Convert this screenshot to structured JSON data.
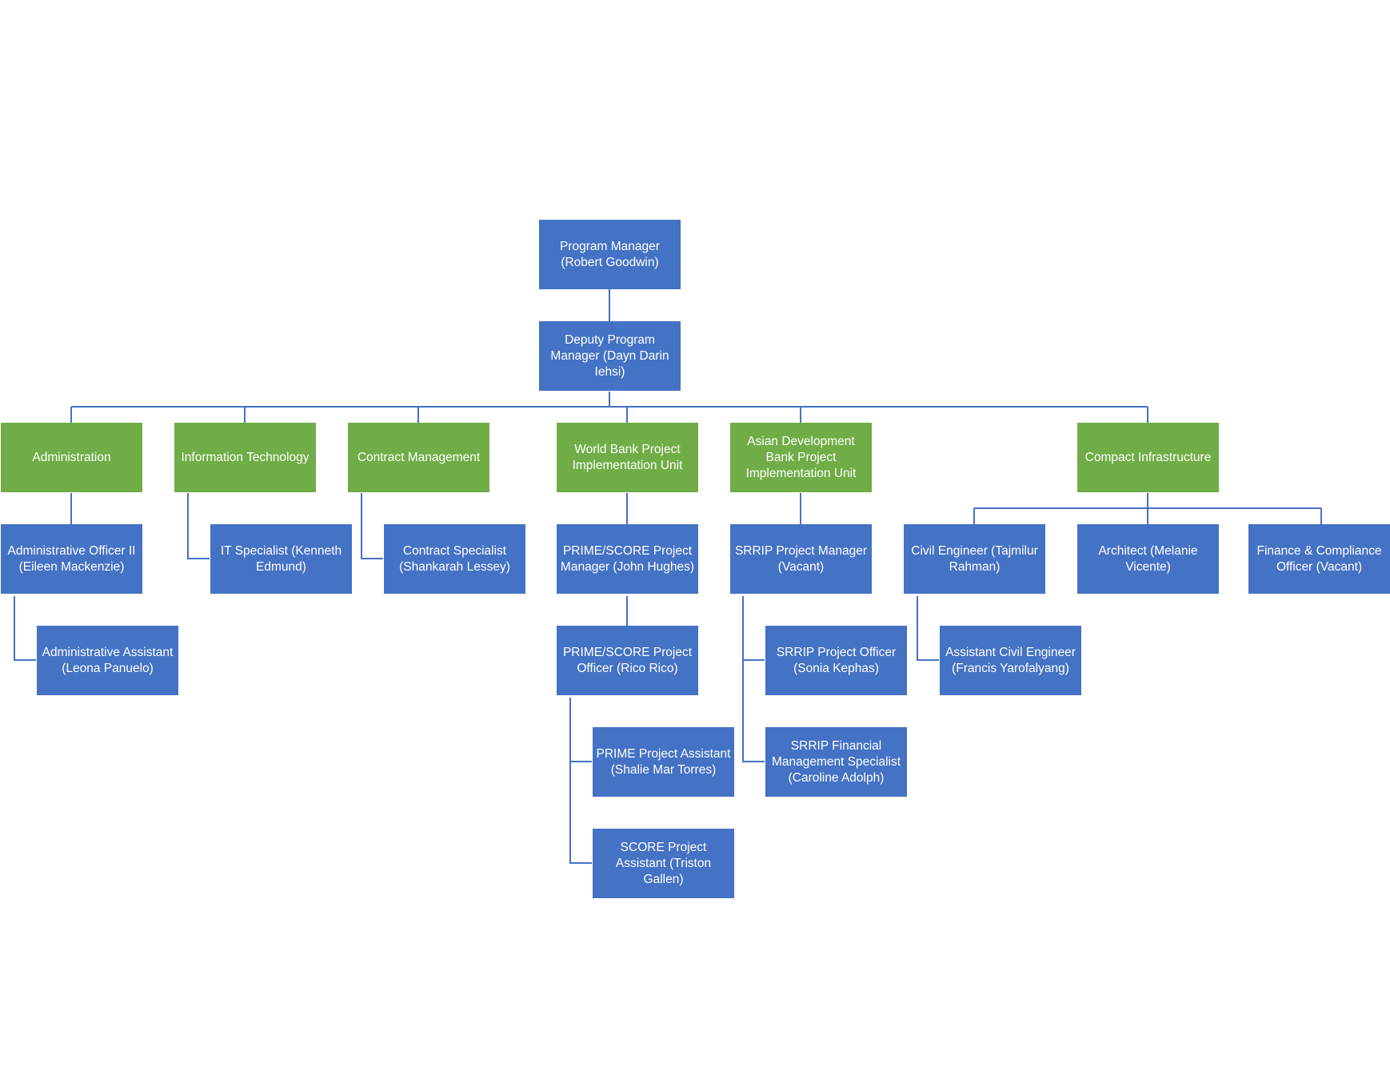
{
  "org_chart": {
    "colors": {
      "role": "#4472C4",
      "unit": "#70AD47",
      "connector": "#4472C4"
    },
    "nodes": {
      "program_manager": "Program Manager (Robert Goodwin)",
      "deputy_program_manager": "Deputy Program Manager (Dayn Darin Iehsi)",
      "administration": "Administration",
      "information_technology": "Information Technology",
      "contract_management": "Contract Management",
      "world_bank_piu": "World Bank Project Implementation Unit",
      "adb_piu": "Asian Development Bank Project Implementation Unit",
      "compact_infrastructure": "Compact Infrastructure",
      "administrative_officer": "Administrative Officer II (Eileen Mackenzie)",
      "administrative_assistant": "Administrative Assistant (Leona Panuelo)",
      "it_specialist": "IT Specialist (Kenneth Edmund)",
      "contract_specialist": "Contract Specialist (Shankarah Lessey)",
      "prime_score_pm": "PRIME/SCORE Project Manager (John Hughes)",
      "prime_score_po": "PRIME/SCORE Project Officer (Rico Rico)",
      "prime_pa": "PRIME Project Assistant (Shalie Mar Torres)",
      "score_pa": "SCORE Project Assistant (Triston Gallen)",
      "srrip_pm": "SRRIP Project Manager (Vacant)",
      "srrip_po": "SRRIP Project Officer (Sonia Kephas)",
      "srrip_fms": "SRRIP Financial Management Specialist (Caroline Adolph)",
      "civil_engineer": "Civil Engineer (Tajmilur Rahman)",
      "assistant_civil_engineer": "Assistant Civil Engineer (Francis Yarofalyang)",
      "architect": "Architect (Melanie Vicente)",
      "finance_officer": "Finance & Compliance Officer (Vacant)"
    }
  }
}
